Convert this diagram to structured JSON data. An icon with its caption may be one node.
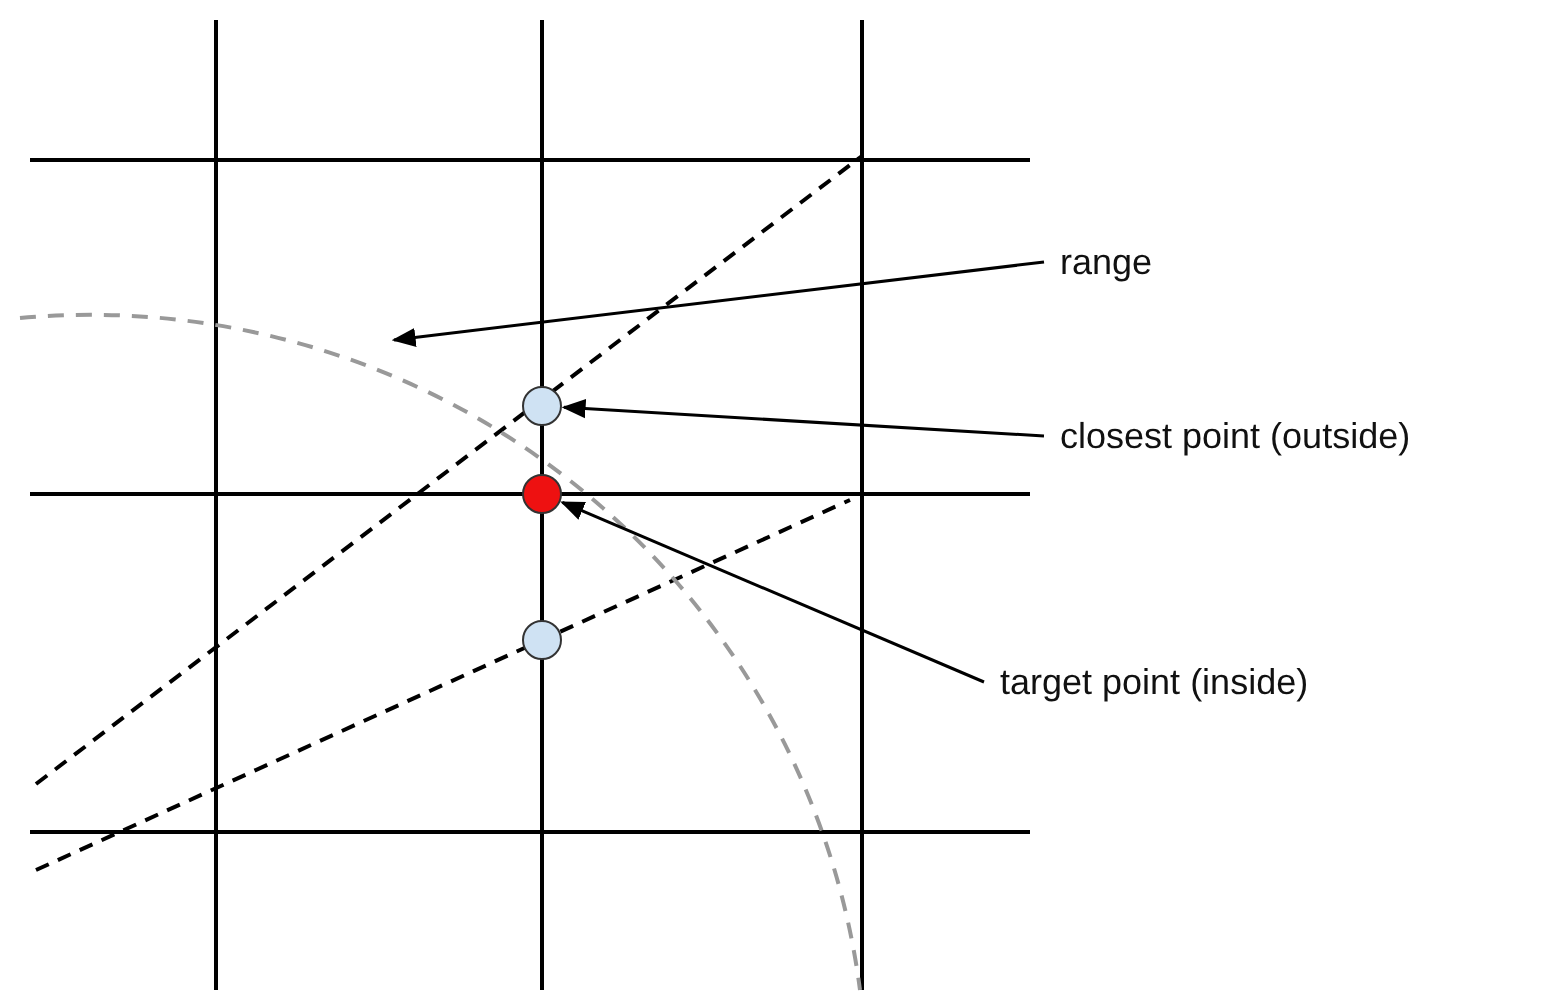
{
  "diagram": {
    "nodes": [
      {
        "text": [
          "range"
        ]
      },
      {
        "text": [
          "closest point (outside)"
        ]
      },
      {
        "text": [
          "target point (inside)"
        ]
      },
      {
        "text": [],
        "shape": "circle"
      },
      {
        "text": [],
        "shape": "circle"
      },
      {
        "text": [],
        "shape": "circle"
      }
    ],
    "edges": [
      {
        "from": 0,
        "to": null,
        "arrow": "to"
      },
      {
        "from": 1,
        "to": 3,
        "arrow": "to"
      },
      {
        "from": 2,
        "to": 4,
        "arrow": "to"
      }
    ]
  }
}
